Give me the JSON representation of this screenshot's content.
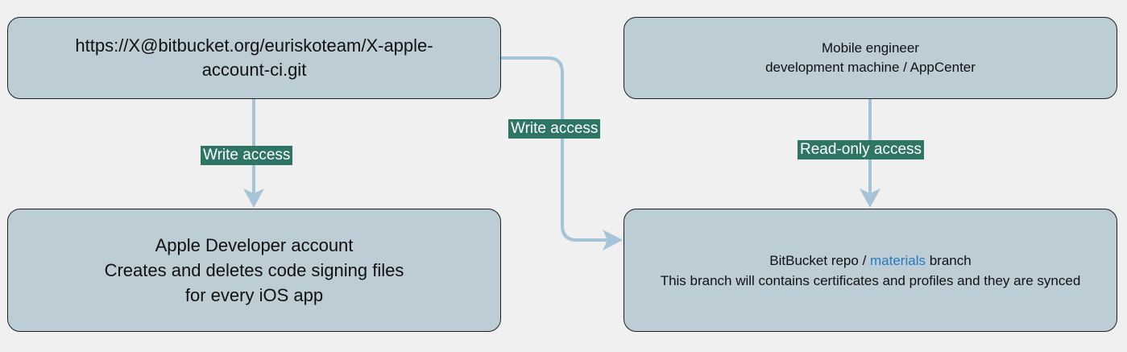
{
  "colors": {
    "background": "#f0f0f0",
    "node_fill": "#bccdd6",
    "node_border": "#1f1f1f",
    "edge": "#a7c3d8",
    "label_bg": "#2f7566",
    "label_text": "#ffffff",
    "accent_text": "#2a79bf"
  },
  "nodes": {
    "repo_url": {
      "lines": [
        "https://X@bitbucket.org/euriskoteam/X-apple-",
        "account-ci.git"
      ]
    },
    "mobile_engineer": {
      "lines": [
        "Mobile engineer",
        "development machine / AppCenter"
      ]
    },
    "apple_account": {
      "lines": [
        "Apple Developer account",
        "Creates and deletes code signing files",
        "for every iOS app"
      ]
    },
    "bitbucket_repo": {
      "line1_prefix": "BitBucket repo / ",
      "line1_highlight": "materials",
      "line1_suffix": " branch",
      "line2": "This branch will contains certificates and profiles and they are synced"
    }
  },
  "edges": {
    "repo_to_apple": {
      "label": "Write access"
    },
    "repo_to_bitbucket": {
      "label": "Write access"
    },
    "engineer_to_bitbucket": {
      "label": "Read-only access"
    }
  }
}
